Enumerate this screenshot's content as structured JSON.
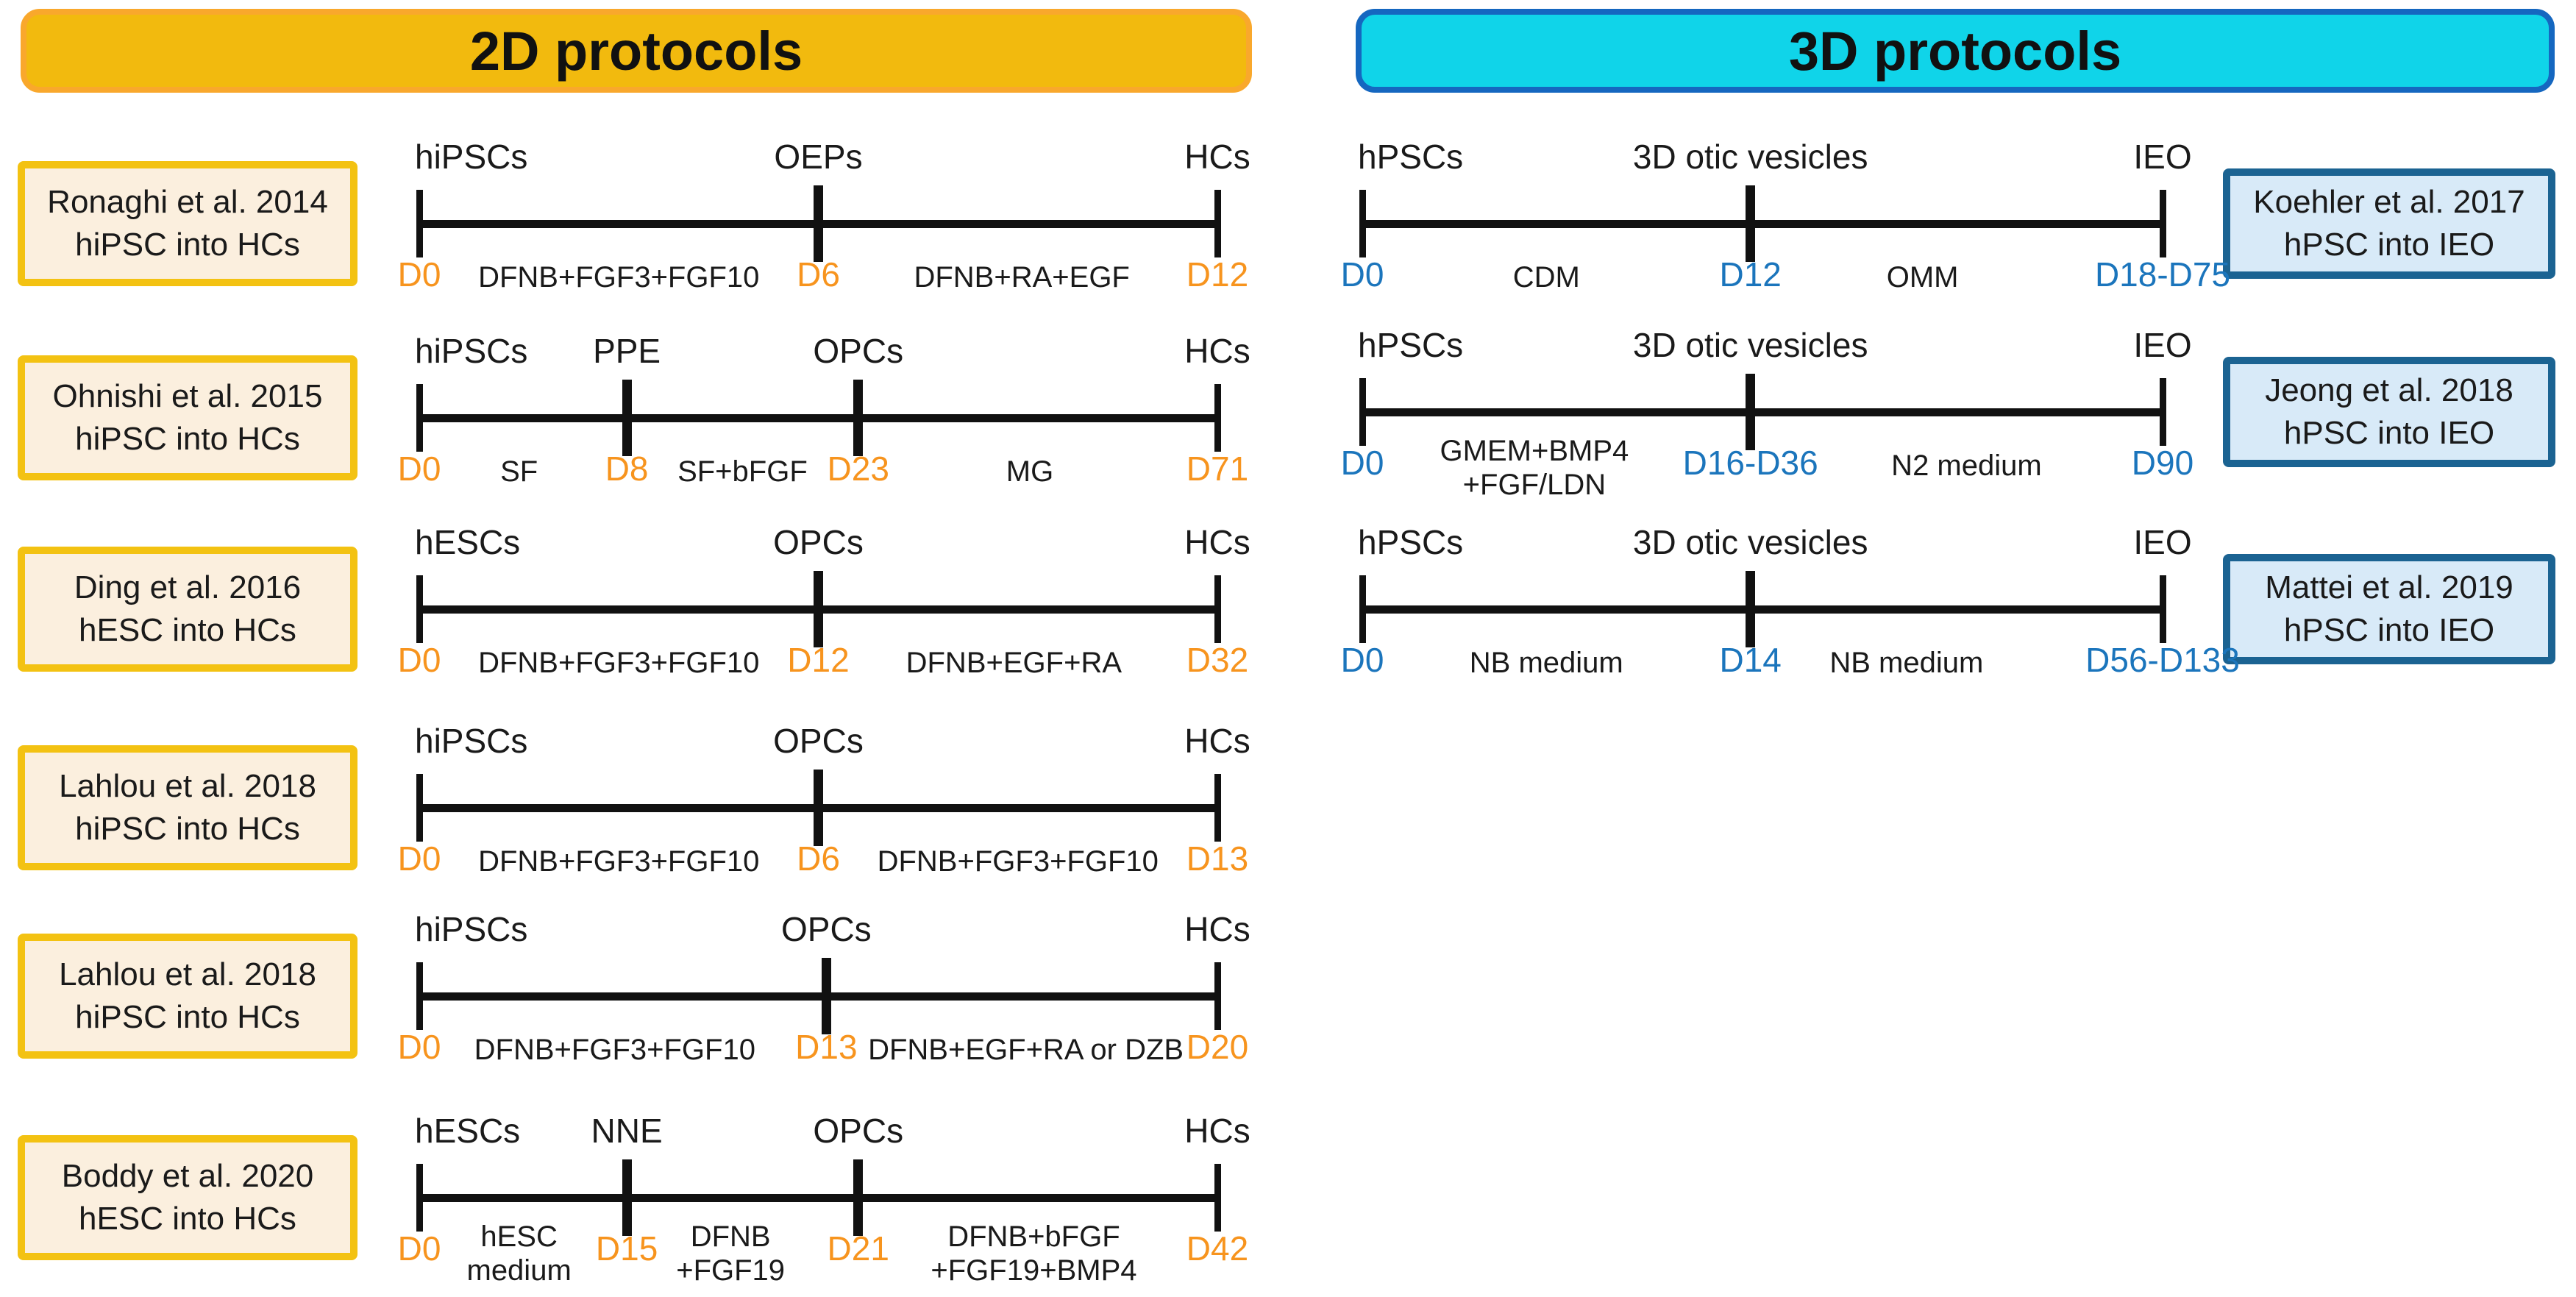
{
  "headers": {
    "left": "2D protocols",
    "right": "3D protocols"
  },
  "colors": {
    "gold_header_fill": "#F2BA0E",
    "gold_header_border": "#F9A82C",
    "gold_box_border": "#F3C212",
    "cream_box_fill": "#FBEFDE",
    "cyan_header_fill": "#10D4E9",
    "cyan_header_border": "#1567C0",
    "blue_box_border": "#1B6392",
    "lightblue_box_fill": "#D8EAF8",
    "orange_day": "#F7941E",
    "blue_day": "#1B75BC",
    "text": "#1A1A1A"
  },
  "sections": [
    {
      "name": "2d-protocols",
      "label_side": "left",
      "day_color": "#F7941E",
      "rows": [
        {
          "ref_lines": [
            "Ronaghi et al. 2014",
            "hiPSC into HCs"
          ],
          "stages": [
            {
              "label": "hiPSCs",
              "pos": 0
            },
            {
              "label": "OEPs",
              "pos": 0.5
            },
            {
              "label": "HCs",
              "pos": 1
            }
          ],
          "days": [
            {
              "label": "D0",
              "pos": 0
            },
            {
              "label": "D6",
              "pos": 0.5
            },
            {
              "label": "D12",
              "pos": 1
            }
          ],
          "media": [
            {
              "lines": [
                "DFNB+FGF3+FGF10"
              ],
              "pos": 0.25
            },
            {
              "lines": [
                "DFNB+RA+EGF"
              ],
              "pos": 0.755
            }
          ]
        },
        {
          "ref_lines": [
            "Ohnishi et al. 2015",
            "hiPSC into HCs"
          ],
          "stages": [
            {
              "label": "hiPSCs",
              "pos": 0
            },
            {
              "label": "PPE",
              "pos": 0.26
            },
            {
              "label": "OPCs",
              "pos": 0.55
            },
            {
              "label": "HCs",
              "pos": 1
            }
          ],
          "days": [
            {
              "label": "D0",
              "pos": 0
            },
            {
              "label": "D8",
              "pos": 0.26
            },
            {
              "label": "D23",
              "pos": 0.55
            },
            {
              "label": "D71",
              "pos": 1
            }
          ],
          "media": [
            {
              "lines": [
                "SF"
              ],
              "pos": 0.125
            },
            {
              "lines": [
                "SF+bFGF"
              ],
              "pos": 0.405
            },
            {
              "lines": [
                "MG"
              ],
              "pos": 0.765
            }
          ]
        },
        {
          "ref_lines": [
            "Ding et al. 2016",
            "hESC into HCs"
          ],
          "stages": [
            {
              "label": "hESCs",
              "pos": 0
            },
            {
              "label": "OPCs",
              "pos": 0.5
            },
            {
              "label": "HCs",
              "pos": 1
            }
          ],
          "days": [
            {
              "label": "D0",
              "pos": 0
            },
            {
              "label": "D12",
              "pos": 0.5
            },
            {
              "label": "D32",
              "pos": 1
            }
          ],
          "media": [
            {
              "lines": [
                "DFNB+FGF3+FGF10"
              ],
              "pos": 0.25
            },
            {
              "lines": [
                "DFNB+EGF+RA"
              ],
              "pos": 0.745
            }
          ]
        },
        {
          "ref_lines": [
            "Lahlou et al. 2018",
            "hiPSC into HCs"
          ],
          "stages": [
            {
              "label": "hiPSCs",
              "pos": 0
            },
            {
              "label": "OPCs",
              "pos": 0.5
            },
            {
              "label": "HCs",
              "pos": 1
            }
          ],
          "days": [
            {
              "label": "D0",
              "pos": 0
            },
            {
              "label": "D6",
              "pos": 0.5
            },
            {
              "label": "D13",
              "pos": 1
            }
          ],
          "media": [
            {
              "lines": [
                "DFNB+FGF3+FGF10"
              ],
              "pos": 0.25
            },
            {
              "lines": [
                "DFNB+FGF3+FGF10"
              ],
              "pos": 0.75
            }
          ]
        },
        {
          "ref_lines": [
            "Lahlou et al. 2018",
            "hiPSC into HCs"
          ],
          "stages": [
            {
              "label": "hiPSCs",
              "pos": 0
            },
            {
              "label": "OPCs",
              "pos": 0.51
            },
            {
              "label": "HCs",
              "pos": 1
            }
          ],
          "days": [
            {
              "label": "D0",
              "pos": 0
            },
            {
              "label": "D13",
              "pos": 0.51
            },
            {
              "label": "D20",
              "pos": 1
            }
          ],
          "media": [
            {
              "lines": [
                "DFNB+FGF3+FGF10"
              ],
              "pos": 0.245
            },
            {
              "lines": [
                "DFNB+EGF+RA or DZB"
              ],
              "pos": 0.76
            }
          ]
        },
        {
          "ref_lines": [
            "Boddy et al. 2020",
            "hESC into HCs"
          ],
          "stages": [
            {
              "label": "hESCs",
              "pos": 0
            },
            {
              "label": "NNE",
              "pos": 0.26
            },
            {
              "label": "OPCs",
              "pos": 0.55
            },
            {
              "label": "HCs",
              "pos": 1
            }
          ],
          "days": [
            {
              "label": "D0",
              "pos": 0
            },
            {
              "label": "D15",
              "pos": 0.26
            },
            {
              "label": "D21",
              "pos": 0.55
            },
            {
              "label": "D42",
              "pos": 1
            }
          ],
          "media": [
            {
              "lines": [
                "hESC",
                "medium"
              ],
              "pos": 0.125
            },
            {
              "lines": [
                "DFNB",
                "+FGF19"
              ],
              "pos": 0.39
            },
            {
              "lines": [
                "DFNB+bFGF",
                "+FGF19+BMP4"
              ],
              "pos": 0.77
            }
          ]
        }
      ]
    },
    {
      "name": "3d-protocols",
      "label_side": "right",
      "day_color": "#1B75BC",
      "rows": [
        {
          "ref_lines": [
            "Koehler et al. 2017",
            "hPSC into IEO"
          ],
          "stages": [
            {
              "label": "hPSCs",
              "pos": 0
            },
            {
              "label": "3D otic vesicles",
              "pos": 0.485
            },
            {
              "label": "IEO",
              "pos": 1
            }
          ],
          "days": [
            {
              "label": "D0",
              "pos": 0
            },
            {
              "label": "D12",
              "pos": 0.485
            },
            {
              "label": "D18-D75",
              "pos": 1
            }
          ],
          "media": [
            {
              "lines": [
                "CDM"
              ],
              "pos": 0.23
            },
            {
              "lines": [
                "OMM"
              ],
              "pos": 0.7
            }
          ]
        },
        {
          "ref_lines": [
            "Jeong et al. 2018",
            "hPSC into IEO"
          ],
          "stages": [
            {
              "label": "hPSCs",
              "pos": 0
            },
            {
              "label": "3D otic vesicles",
              "pos": 0.485
            },
            {
              "label": "IEO",
              "pos": 1
            }
          ],
          "days": [
            {
              "label": "D0",
              "pos": 0
            },
            {
              "label": "D16-D36",
              "pos": 0.485
            },
            {
              "label": "D90",
              "pos": 1
            }
          ],
          "media": [
            {
              "lines": [
                "GMEM+BMP4",
                "+FGF/LDN"
              ],
              "pos": 0.215
            },
            {
              "lines": [
                "N2 medium"
              ],
              "pos": 0.755
            }
          ]
        },
        {
          "ref_lines": [
            "Mattei et al. 2019",
            "hPSC into IEO"
          ],
          "stages": [
            {
              "label": "hPSCs",
              "pos": 0
            },
            {
              "label": "3D otic vesicles",
              "pos": 0.485
            },
            {
              "label": "IEO",
              "pos": 1
            }
          ],
          "days": [
            {
              "label": "D0",
              "pos": 0
            },
            {
              "label": "D14",
              "pos": 0.485
            },
            {
              "label": "D56-D133",
              "pos": 1
            }
          ],
          "media": [
            {
              "lines": [
                "NB medium"
              ],
              "pos": 0.23
            },
            {
              "lines": [
                "NB medium"
              ],
              "pos": 0.68
            }
          ]
        }
      ]
    }
  ]
}
